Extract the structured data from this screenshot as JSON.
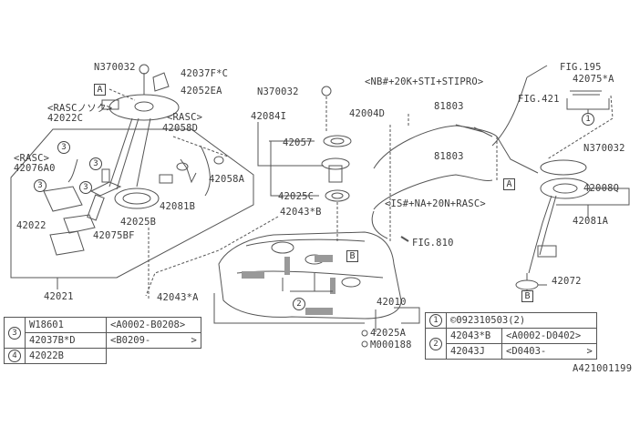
{
  "diagram": {
    "title": "Fuel Tank Assembly Parts Diagram",
    "figure_id": "A421001199",
    "callouts": {
      "n370032_top": "N370032",
      "p42037fc": "42037F*C",
      "p42052ea": "42052EA",
      "box_a_top": "A",
      "rasc_noshoku": "<RASCノソク>",
      "p42022c": "42022C",
      "rasc_1": "<RASC>",
      "p42058d": "42058D",
      "rasc_2": "<RASC>",
      "p42076a0": "42076A0",
      "p42058a": "42058A",
      "p42081b": "42081B",
      "p42022": "42022",
      "p42025b": "42025B",
      "p42075bf": "42075BF",
      "p42021": "42021",
      "n370032_mid": "N370032",
      "p42084i": "42084I",
      "p42057": "42057",
      "p42025c": "42025C",
      "p42043b": "42043*B",
      "p42043a": "42043*A",
      "box_b_tank": "B",
      "p42010": "42010",
      "p42025a": "42025A",
      "m000188": "M000188",
      "variant_top": "<NB#+20K+STI+STIPRO>",
      "p42004d": "42004D",
      "p81803_a": "81803",
      "p81803_b": "81803",
      "fig195": "FIG.195",
      "p42075a": "42075*A",
      "fig421": "FIG.421",
      "n370032_right": "N370032",
      "box_a_right": "A",
      "variant_bottom": "<IS#+NA+20N+RASC>",
      "fig810": "FIG.810",
      "p42008q": "42008Q",
      "p42081a": "42081A",
      "p42072": "42072",
      "box_b_right": "B",
      "circle_1": "1",
      "circle_2": "2",
      "circle_3": "3"
    },
    "legend_left": {
      "rows": [
        {
          "ref": "3",
          "part": "W18601",
          "range": "<A0002-B0208>"
        },
        {
          "ref": "3",
          "part": "42037B*D",
          "range": "<B0209-       >"
        },
        {
          "ref": "4",
          "part": "42022B",
          "range": ""
        }
      ]
    },
    "legend_right": {
      "rows": [
        {
          "ref": "1",
          "part": "©092310503(2)",
          "range": ""
        },
        {
          "ref": "2",
          "part": "42043*B",
          "range": "<A0002-D0402>"
        },
        {
          "ref": "2",
          "part": "42043J",
          "range": "<D0403-       >"
        }
      ]
    }
  }
}
